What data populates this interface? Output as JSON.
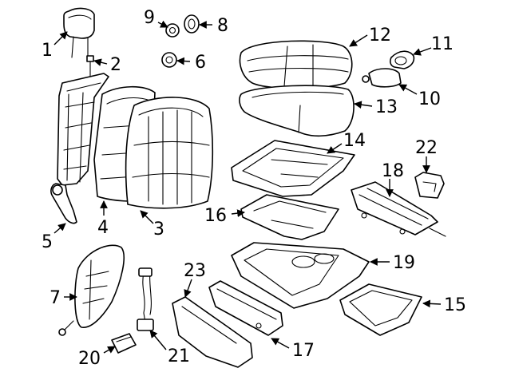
{
  "callouts": {
    "c1": "1",
    "c2": "2",
    "c3": "3",
    "c4": "4",
    "c5": "5",
    "c6": "6",
    "c7": "7",
    "c8": "8",
    "c9": "9",
    "c10": "10",
    "c11": "11",
    "c12": "12",
    "c13": "13",
    "c14": "14",
    "c15": "15",
    "c16": "16",
    "c17": "17",
    "c18": "18",
    "c19": "19",
    "c20": "20",
    "c21": "21",
    "c22": "22",
    "c23": "23"
  },
  "colors": {
    "line": "#000000",
    "background": "#ffffff"
  }
}
